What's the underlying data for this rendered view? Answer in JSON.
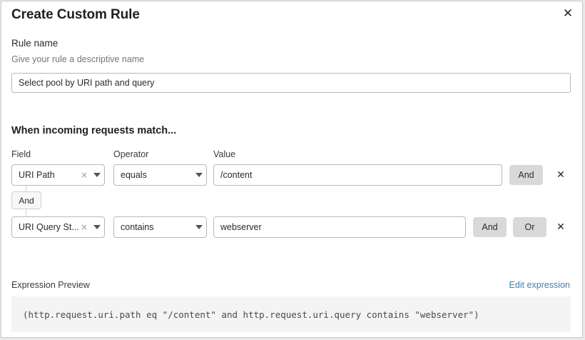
{
  "dialog": {
    "title": "Create Custom Rule",
    "close_icon": "close-icon",
    "close_glyph": "✕"
  },
  "rule_name": {
    "label": "Rule name",
    "description": "Give your rule a descriptive name",
    "value": "Select pool by URI path and query",
    "placeholder": "Select pool by URI path and query"
  },
  "conditions": {
    "heading": "When incoming requests match...",
    "columns": {
      "field": "Field",
      "operator": "Operator",
      "value": "Value"
    },
    "connector": "And",
    "rows": [
      {
        "field": "URI Path",
        "operator": "equals",
        "value": "/content",
        "clear_glyph": "×",
        "delete_glyph": "✕",
        "buttons": [
          "And"
        ]
      },
      {
        "field": "URI Query St...",
        "operator": "contains",
        "value": "webserver",
        "clear_glyph": "×",
        "delete_glyph": "✕",
        "buttons": [
          "And",
          "Or"
        ]
      }
    ]
  },
  "expression": {
    "label": "Expression Preview",
    "edit_link": "Edit expression",
    "text": "(http.request.uri.path eq \"/content\" and http.request.uri.query contains \"webserver\")"
  },
  "colors": {
    "link": "#4a7fa5",
    "button_gray": "#d9d9d9",
    "preview_bg": "#f4f4f4",
    "border": "#b8b8b8"
  }
}
